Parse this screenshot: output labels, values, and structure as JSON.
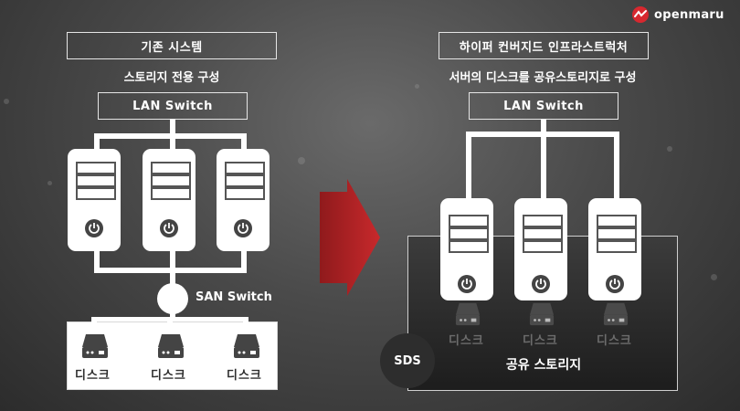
{
  "logo": {
    "text": "openmaru"
  },
  "left": {
    "title": "기존 시스템",
    "subtitle": "스토리지 전용 구성",
    "lan_switch": "LAN Switch",
    "san_switch": "SAN Switch",
    "disks": [
      "디스크",
      "디스크",
      "디스크"
    ]
  },
  "right": {
    "title": "하이퍼 컨버지드 인프라스트럭처",
    "subtitle": "서버의 디스크를 공유스토리지로 구성",
    "lan_switch": "LAN Switch",
    "disks": [
      "디스크",
      "디스크",
      "디스크"
    ],
    "sds_label": "SDS",
    "shared_storage_label": "공유 스토리지"
  },
  "colors": {
    "arrow": "#b22225",
    "logo_red": "#d7282f"
  }
}
